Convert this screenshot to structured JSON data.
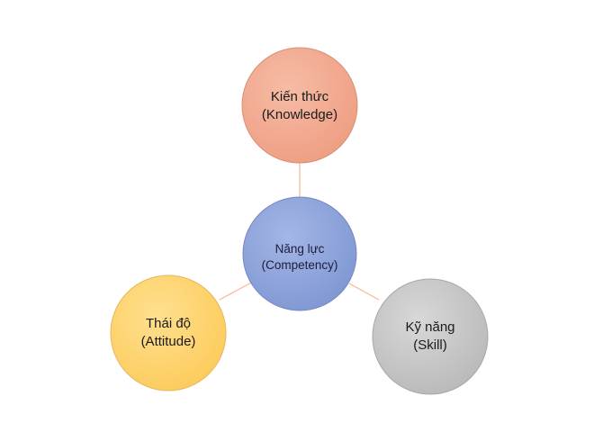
{
  "nodes": {
    "center": {
      "line1": "Năng lực",
      "line2": "(Competency)",
      "color": "#8EA4DA",
      "stroke": "#7586C0"
    },
    "top": {
      "line1": "Kiến thức",
      "line2": "(Knowledge)",
      "color": "#F2A88E",
      "stroke": "#D98F74"
    },
    "left": {
      "line1": "Thái độ",
      "line2": "(Attitude)",
      "color": "#FFD673",
      "stroke": "#E5B85A"
    },
    "right": {
      "line1": "Kỹ năng",
      "line2": "(Skill)",
      "color": "#C9C9C9",
      "stroke": "#A8A8A8"
    }
  },
  "connector_color": "#F4B894"
}
